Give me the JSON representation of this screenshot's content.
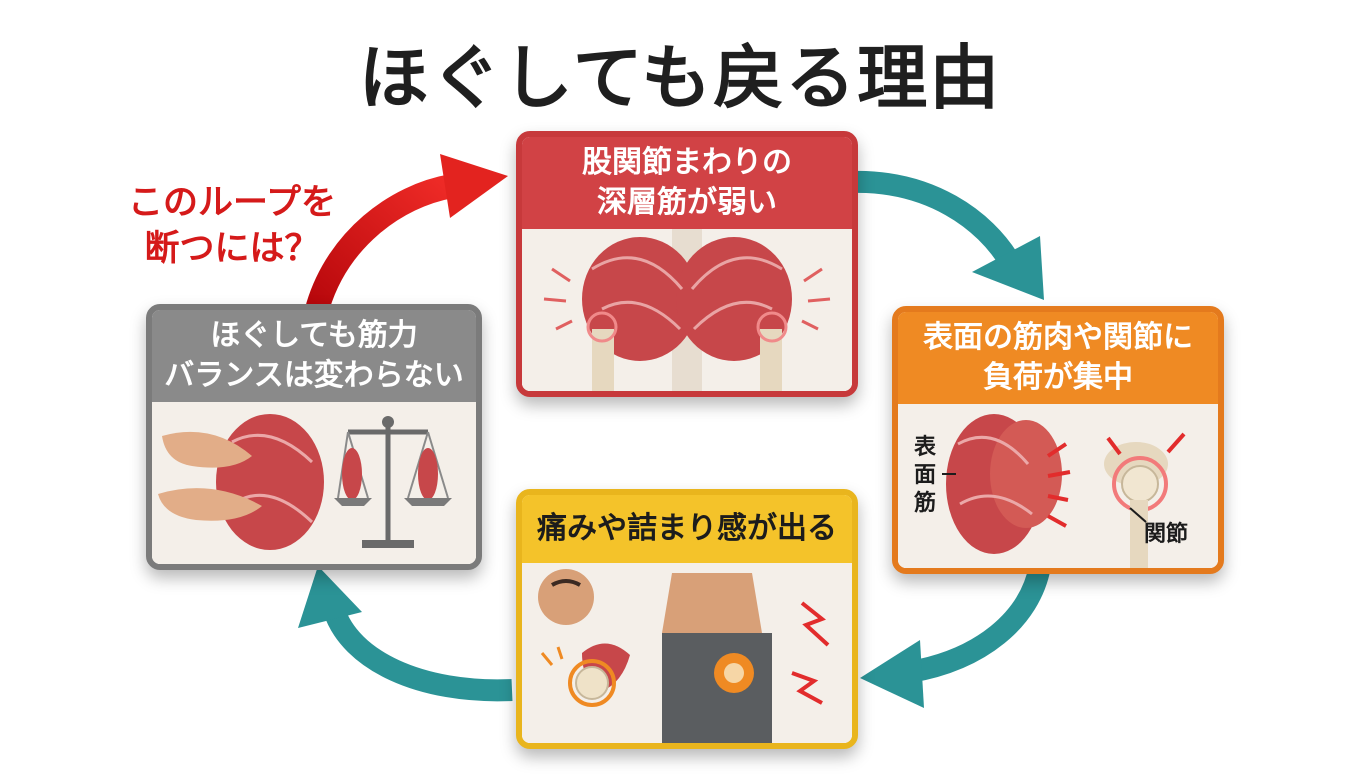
{
  "title": "ほぐしても戻る理由",
  "loop_note": {
    "line1": "このループを",
    "line2": "断つには？"
  },
  "cards": {
    "top": {
      "line1": "股関節まわりの",
      "line2": "深層筋が弱い",
      "icon": "gluteal-deep-muscle-illustration"
    },
    "right": {
      "line1": "表面の筋肉や関節に",
      "line2": "負荷が集中",
      "label_surface": "表面筋",
      "label_joint": "関節",
      "icon": "surface-muscle-and-hip-joint-illustration"
    },
    "bottom": {
      "line1": "痛みや詰まり感が出る",
      "icon": "man-with-hip-pain-illustration"
    },
    "left": {
      "line1": "ほぐしても筋力",
      "line2": "バランスは変わらない",
      "icon": "massage-and-balance-scale-illustration"
    }
  },
  "colors": {
    "red": "#d14245",
    "orange": "#ef8a23",
    "yellow": "#f4c32a",
    "gray": "#8a8a8a",
    "teal": "#2b9396",
    "loop_red": "#d51a1a"
  }
}
